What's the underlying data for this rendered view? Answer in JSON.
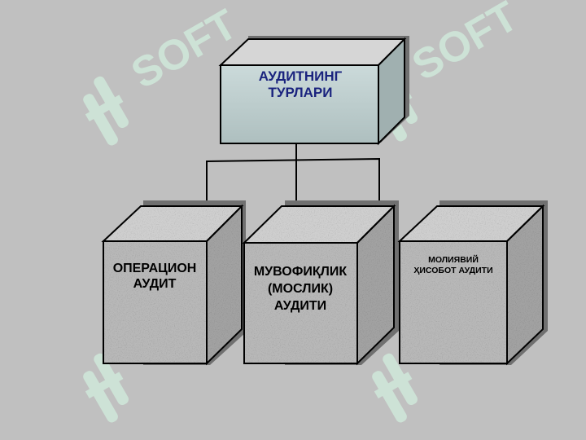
{
  "watermark": {
    "text": "SOFT",
    "color": "#cfe8da",
    "icon": "soft-logo-icon"
  },
  "colors": {
    "background": "#c0c0c0",
    "top_face": "#c2d2d2",
    "granite": "#b4b4b4",
    "title_text": "#1a237e",
    "edge": "#000000"
  },
  "diagram": {
    "title": {
      "lines": [
        "АУДИТНИНГ",
        "ТУРЛАРИ"
      ]
    },
    "boxes": [
      {
        "id": "operational",
        "lines": [
          "ОПЕРАЦИОН",
          "АУДИТ"
        ]
      },
      {
        "id": "compliance",
        "lines": [
          "МУВОФИҚЛИК",
          "(МОСЛИК)",
          "АУДИТИ"
        ]
      },
      {
        "id": "financial",
        "lines": [
          "МОЛИЯВИЙ",
          "ҲИСОБОТ АУДИТИ"
        ]
      }
    ]
  }
}
